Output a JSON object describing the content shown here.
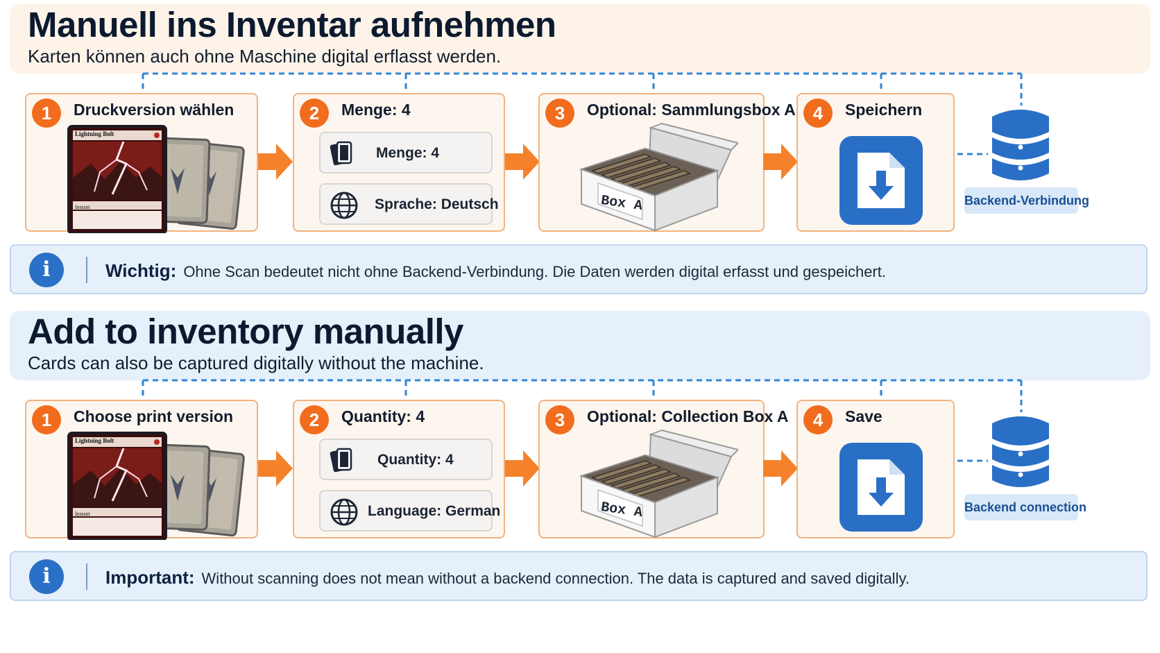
{
  "sections": [
    {
      "lang": "de",
      "title": "Manuell ins Inventar aufnehmen",
      "subtitle": "Karten können auch ohne Maschine digital erflasst werden.",
      "header_color": "#fdf3e8",
      "steps": [
        {
          "num": "1",
          "title": "Druckversion wählen",
          "card_name": "Lightning Bolt",
          "card_type": "Instant"
        },
        {
          "num": "2",
          "title": "Menge: 4",
          "quantity_label": "Menge: 4",
          "language_label": "Sprache: Deutsch"
        },
        {
          "num": "3",
          "title": "Optional: Sammlungsbox A",
          "box_label": "Box A"
        },
        {
          "num": "4",
          "title": "Speichern"
        }
      ],
      "backend_label": "Backend-Verbindung",
      "info": {
        "label": "Wichtig:",
        "text": "Ohne Scan bedeutet nicht ohne Backend-Verbindung. Die Daten werden digital erfasst und gespeichert."
      }
    },
    {
      "lang": "en",
      "title": "Add to inventory manually",
      "subtitle": "Cards can also be captured digitally without the machine.",
      "header_color": "#e6f0fa",
      "steps": [
        {
          "num": "1",
          "title": "Choose print version",
          "card_name": "Lightning Bolt",
          "card_type": "Instant"
        },
        {
          "num": "2",
          "title": "Quantity: 4",
          "quantity_label": "Quantity: 4",
          "language_label": "Language: German"
        },
        {
          "num": "3",
          "title": "Optional: Collection Box A",
          "box_label": "Box A"
        },
        {
          "num": "4",
          "title": "Save"
        }
      ],
      "backend_label": "Backend connection",
      "info": {
        "label": "Important:",
        "text": "Without scanning does not mean without a backend connection. The data is captured and saved digitally."
      }
    }
  ],
  "colors": {
    "accent_orange": "#f16c1d",
    "step_border": "#f3b27f",
    "connector_blue": "#2f86d6",
    "save_blue": "#2a6fc6",
    "info_bg": "#e6f0fb"
  },
  "icons": {
    "step": "numbered-badge",
    "quantity": "card-stack-icon",
    "language": "globe-icon",
    "box": "card-box-icon",
    "save": "download-document-icon",
    "backend": "database-icon",
    "info": "info-icon",
    "flow": "right-arrow-icon"
  }
}
